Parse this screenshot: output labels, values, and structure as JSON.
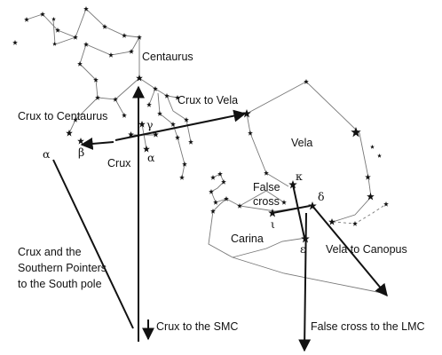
{
  "labels": {
    "centaurus": "Centaurus",
    "crux_to_centaurus": "Crux to Centaurus",
    "crux_to_vela": "Crux to Vela",
    "vela": "Vela",
    "gamma": "γ",
    "crux": "Crux",
    "alpha_crux": "α",
    "alpha_cen": "α",
    "beta_cen": "β",
    "false_cross_1": "False",
    "false_cross_2": "cross",
    "kappa": "κ",
    "delta": "δ",
    "iota": "ι",
    "epsilon": "ε",
    "carina": "Carina",
    "vela_to_canopus": "Vela to Canopus",
    "pointers_1": "Crux and the",
    "pointers_2": "Southern Pointers",
    "pointers_3": "to the South pole",
    "crux_to_smc": "Crux to the SMC",
    "false_cross_to_lmc": "False cross to the LMC"
  },
  "colors": {
    "constellation_lines": "#777777",
    "arrows": "#111111",
    "stars": "#111111",
    "background": "#ffffff"
  }
}
